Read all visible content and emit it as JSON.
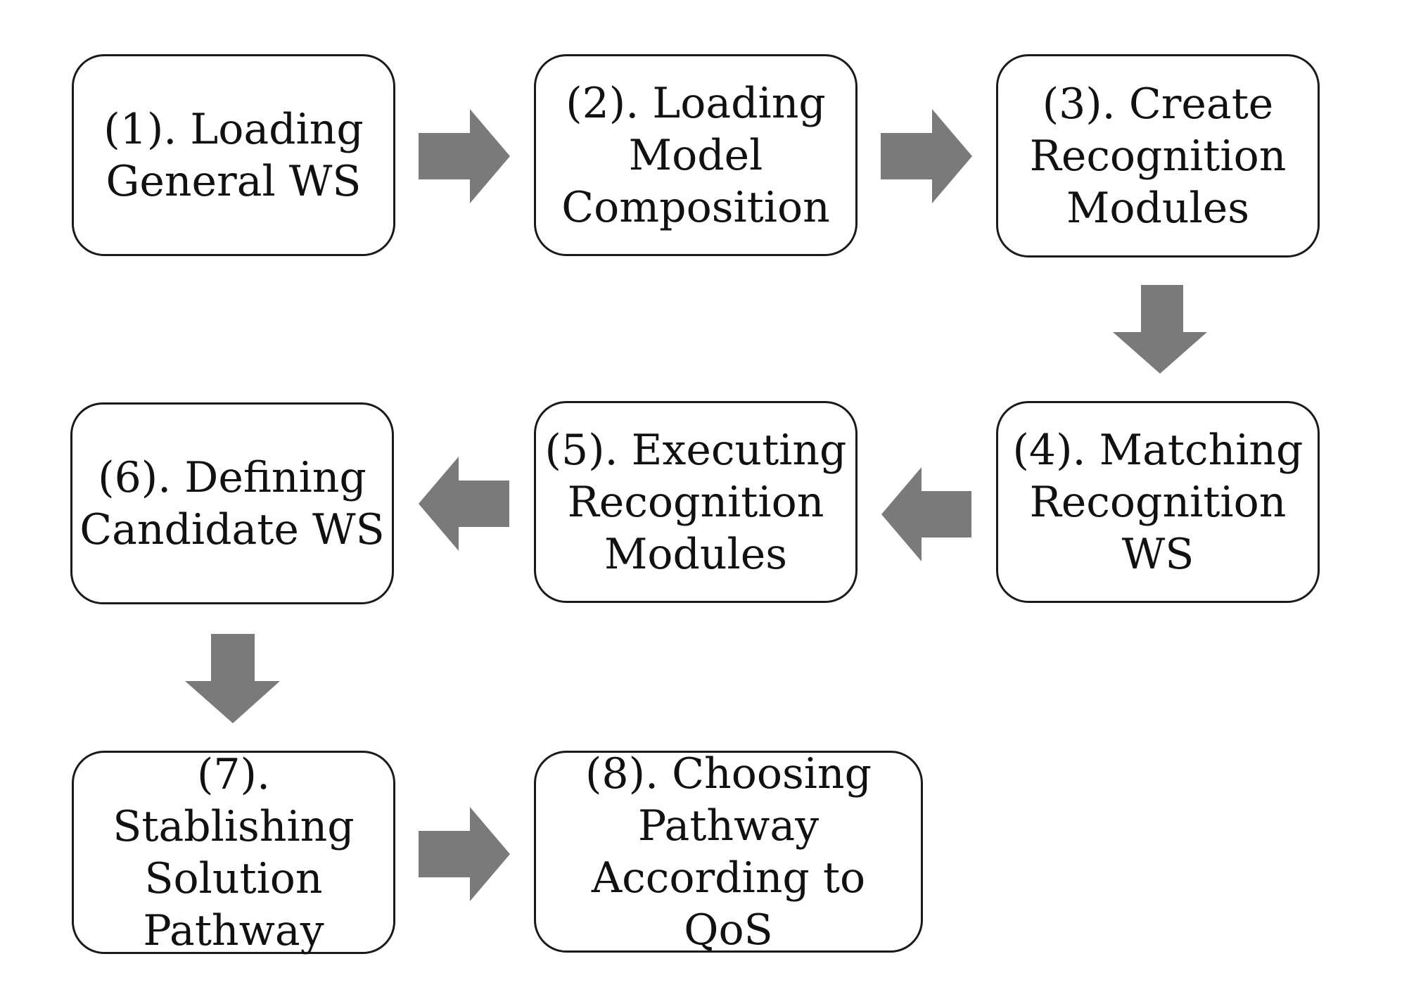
{
  "diagram": {
    "steps": [
      {
        "lines": [
          "(1). Loading",
          "General WS"
        ]
      },
      {
        "lines": [
          "(2). Loading",
          "Model",
          "Composition"
        ]
      },
      {
        "lines": [
          "(3). Create",
          "Recognition",
          "Modules"
        ]
      },
      {
        "lines": [
          "(4). Matching",
          "Recognition",
          "WS"
        ]
      },
      {
        "lines": [
          "(5). Executing",
          "Recognition",
          "Modules"
        ]
      },
      {
        "lines": [
          "(6). Defining",
          "Candidate WS"
        ]
      },
      {
        "lines": [
          "(7). Stablishing",
          "Solution",
          "Pathway"
        ]
      },
      {
        "lines": [
          "(8). Choosing",
          "Pathway",
          "According to QoS"
        ]
      }
    ],
    "arrow_color": "#7a7a7a",
    "box_border_color": "#1a1a1a",
    "flow": [
      {
        "from": 1,
        "to": 2,
        "direction": "right"
      },
      {
        "from": 2,
        "to": 3,
        "direction": "right"
      },
      {
        "from": 3,
        "to": 4,
        "direction": "down"
      },
      {
        "from": 4,
        "to": 5,
        "direction": "left"
      },
      {
        "from": 5,
        "to": 6,
        "direction": "left"
      },
      {
        "from": 6,
        "to": 7,
        "direction": "down"
      },
      {
        "from": 7,
        "to": 8,
        "direction": "right"
      }
    ]
  }
}
